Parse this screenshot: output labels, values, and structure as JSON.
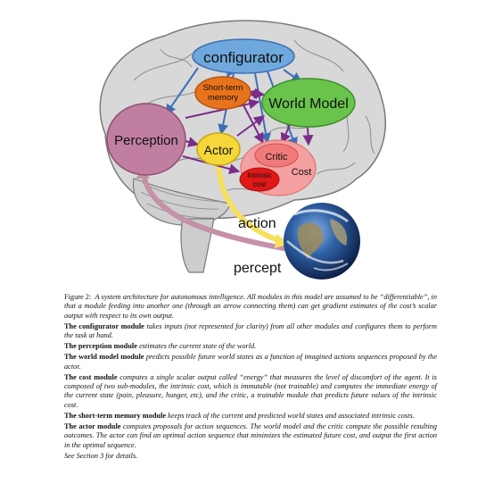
{
  "figure": {
    "configurator": "configurator",
    "short_term_memory_line1": "Short-term",
    "short_term_memory_line2": "memory",
    "world_model": "World Model",
    "perception": "Perception",
    "actor": "Actor",
    "critic": "Critic",
    "cost": "Cost",
    "intrinsic_cost_line1": "Intrinsic",
    "intrinsic_cost_line2": "cost",
    "action": "action",
    "percept": "percept",
    "colors": {
      "configurator": "#6fa8dc",
      "short_term_memory": "#e8731c",
      "world_model": "#6ac44c",
      "perception": "#c07fa0",
      "actor": "#f5d73a",
      "cost": "#f5a0a0",
      "intrinsic_cost": "#e01818",
      "arrow_blue": "#3d6fb5",
      "arrow_purple": "#7b2c8b",
      "action_arrow": "#f6e05e",
      "percept_arrow": "#c591a8"
    }
  },
  "caption": {
    "fig_label": "Figure 2:",
    "intro": "A system architecture for autonomous intelligence. All modules in this model are assumed to be “differentiable”, in that a module feeding into another one (through an arrow connecting them) can get gradient estimates of the cost’s scalar output with respect to its own output.",
    "configurator_head": "The configurator module",
    "configurator_text": "takes inputs (not represented for clarity) from all other modules and configures them to perform the task at hand.",
    "perception_head": "The perception module",
    "perception_text": "estimates the current state of the world.",
    "world_head": "The world model module",
    "world_text": "predicts possible future world states as a function of imagined actions sequences proposed by the actor.",
    "cost_head": "The cost module",
    "cost_text": "computes a single scalar output called “energy” that measures the level of discomfort of the agent. It is composed of two sub-modules, the intrinsic cost, which is immutable (not trainable) and computes the immediate energy of the current state (pain, pleasure, hunger, etc), and the critic, a trainable module that predicts future values of the intrinsic cost.",
    "stm_head": "The short-term memory module",
    "stm_text": "keeps track of the current and predicted world states and associated intrinsic costs.",
    "actor_head": "The actor module",
    "actor_text": "computes proposals for action sequences. The world model and the critic compute the possible resulting outcomes. The actor can find an optimal action sequence that minimizes the estimated future cost, and output the first action in the optimal sequence.",
    "see_also": "See Section 3 for details."
  }
}
